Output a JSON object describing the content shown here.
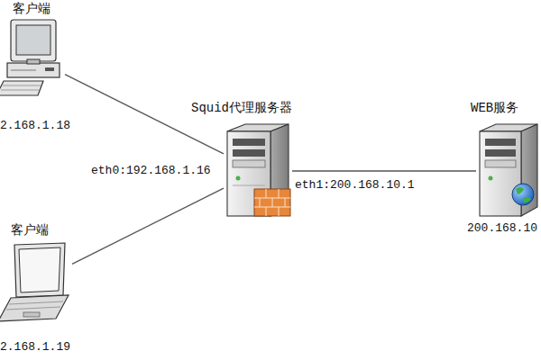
{
  "diagram": {
    "nodes": [
      {
        "text": [
          "客户端",
          "2.168.1.18"
        ]
      },
      {
        "text": [
          "客户端",
          "2.168.1.19"
        ]
      },
      {
        "text": [
          "Squid代理服务器"
        ]
      },
      {
        "text": [
          "WEB服务",
          "200.168.10"
        ]
      }
    ],
    "edges": [
      {
        "from": 0,
        "to": 2,
        "arrow": "none"
      },
      {
        "from": 1,
        "to": 2,
        "arrow": "none"
      },
      {
        "from": 2,
        "to": 3,
        "arrow": "none"
      }
    ],
    "labels": [
      "eth0:192.168.1.16",
      "eth1:200.168.10.1"
    ]
  }
}
